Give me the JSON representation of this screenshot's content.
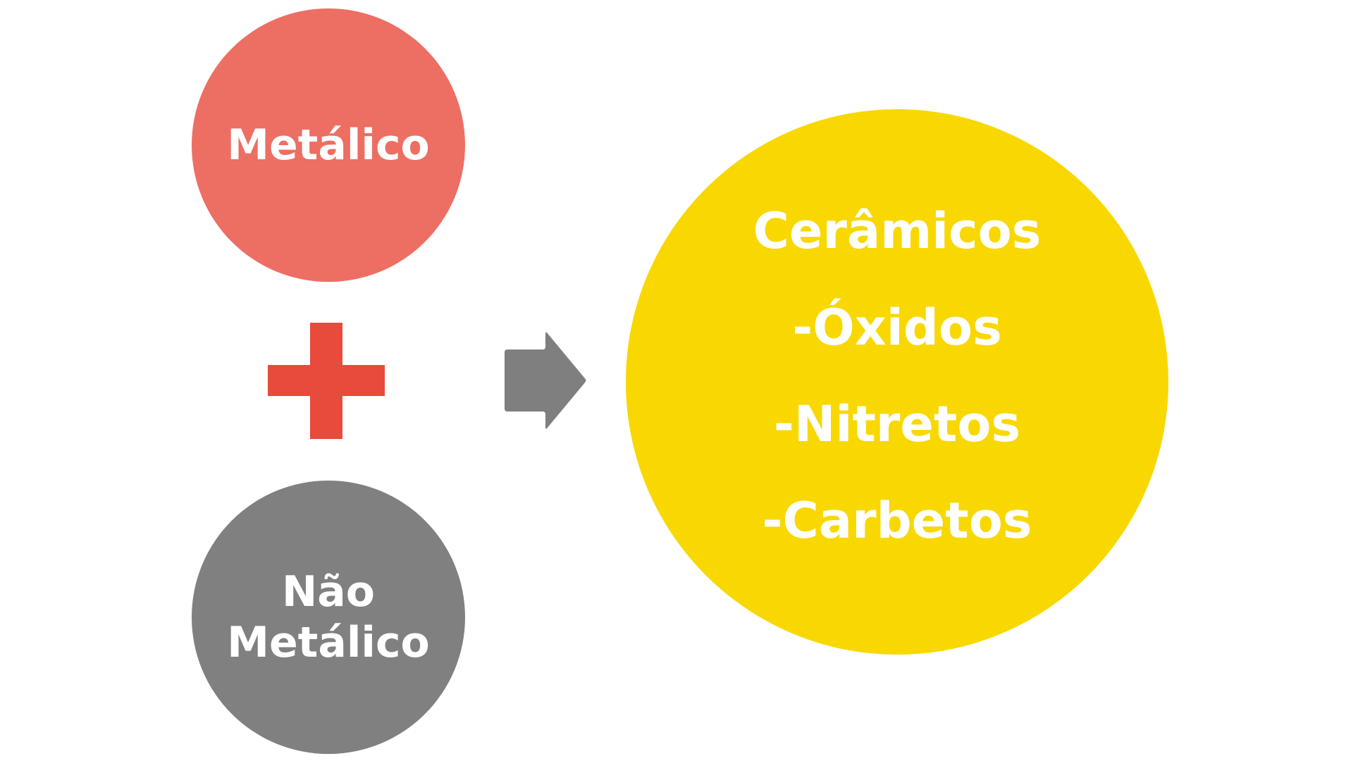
{
  "colors": {
    "metalico": "#ed6e62",
    "nao_metalico": "#808080",
    "ceramicos": "#f8d800",
    "plus": "#e84a3b",
    "arrow": "#7f7f7f",
    "text": "#ffffff"
  },
  "inputs": {
    "metalico": "Metálico",
    "nao_metalico_line1": "Não",
    "nao_metalico_line2": "Metálico"
  },
  "result": {
    "title": "Cerâmicos",
    "items": [
      "-Óxidos",
      "-Nitretos",
      "-Carbetos"
    ]
  },
  "icons": {
    "plus": "plus-icon",
    "arrow": "arrow-right-icon"
  }
}
